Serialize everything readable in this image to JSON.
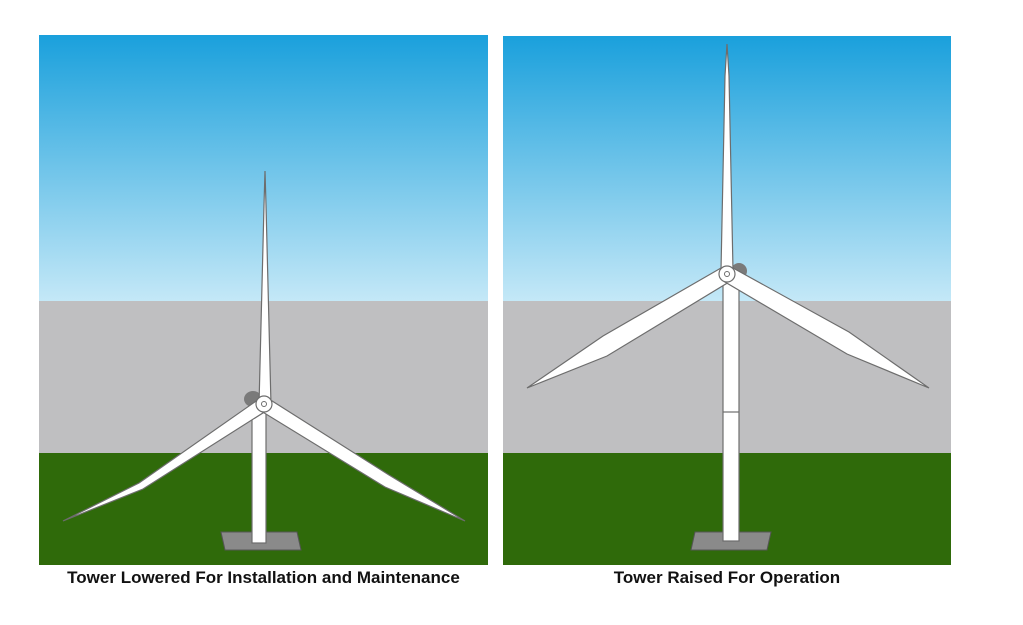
{
  "panels": [
    {
      "caption": "Tower Lowered For Installation and Maintenance",
      "tower_state": "lowered"
    },
    {
      "caption": "Tower Raised For Operation",
      "tower_state": "raised"
    }
  ],
  "colors": {
    "sky_top": "#1aa0dc",
    "sky_bottom": "#bfe6f6",
    "wall": "#bfbfc1",
    "grass": "#2f6a0a",
    "turbine_white": "#ffffff",
    "outline": "#6d6d6d",
    "base_plate": "#8a8a8a"
  }
}
